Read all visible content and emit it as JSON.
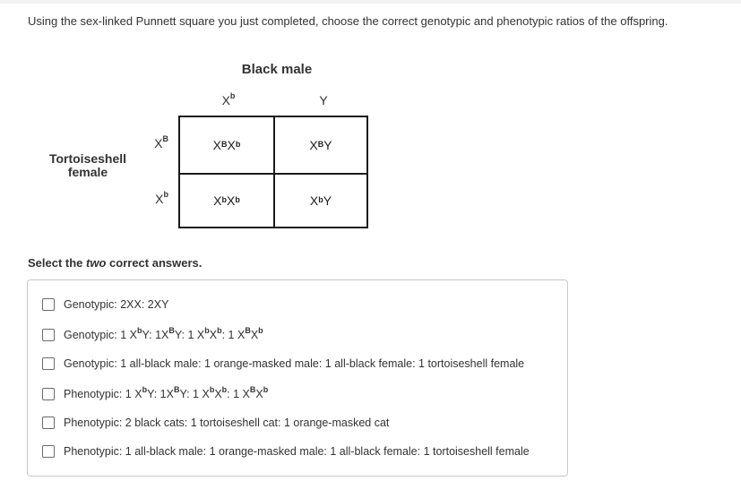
{
  "question": "Using the sex-linked Punnett square you just completed, choose the correct genotypic and phenotypic ratios of the offspring.",
  "punnett": {
    "top_title": "Black male",
    "side_title_line1": "Tortoiseshell",
    "side_title_line2": "female",
    "col_labels": [
      {
        "base": "X",
        "sup": "b"
      },
      {
        "base": "Y",
        "sup": ""
      }
    ],
    "row_labels": [
      {
        "base": "X",
        "sup": "B"
      },
      {
        "base": "X",
        "sup": "b"
      }
    ],
    "cells": [
      [
        {
          "a": "X",
          "a_sup": "B",
          "b": "X",
          "b_sup": "b"
        },
        {
          "a": "X",
          "a_sup": "B",
          "b": "Y",
          "b_sup": ""
        }
      ],
      [
        {
          "a": "X",
          "a_sup": "b",
          "b": "X",
          "b_sup": "b"
        },
        {
          "a": "X",
          "a_sup": "b",
          "b": "Y",
          "b_sup": ""
        }
      ]
    ]
  },
  "select": {
    "prefix": "Select the ",
    "emphasis": "two",
    "suffix": " correct answers."
  },
  "options": [
    {
      "segments": [
        [
          "Genotypic: 2XX: 2XY",
          ""
        ]
      ]
    },
    {
      "segments": [
        [
          "Genotypic: 1 X",
          ""
        ],
        [
          "b",
          "sup"
        ],
        [
          "Y: 1X",
          ""
        ],
        [
          "B",
          "sup"
        ],
        [
          "Y: 1 X",
          ""
        ],
        [
          "b",
          "sup"
        ],
        [
          "X",
          ""
        ],
        [
          "b",
          "sup"
        ],
        [
          ": 1 X",
          ""
        ],
        [
          "B",
          "sup"
        ],
        [
          "X",
          ""
        ],
        [
          "b",
          "sup"
        ]
      ]
    },
    {
      "segments": [
        [
          "Genotypic: 1 all-black male: 1 orange-masked male: 1 all-black female: 1 tortoiseshell female",
          ""
        ]
      ]
    },
    {
      "segments": [
        [
          "Phenotypic: 1 X",
          ""
        ],
        [
          "b",
          "sup"
        ],
        [
          "Y: 1X",
          ""
        ],
        [
          "B",
          "sup"
        ],
        [
          "Y: 1 X",
          ""
        ],
        [
          "b",
          "sup"
        ],
        [
          "X",
          ""
        ],
        [
          "b",
          "sup"
        ],
        [
          ": 1 X",
          ""
        ],
        [
          "B",
          "sup"
        ],
        [
          "X",
          ""
        ],
        [
          "b",
          "sup"
        ]
      ]
    },
    {
      "segments": [
        [
          "Phenotypic: 2 black cats: 1 tortoiseshell cat: 1 orange-masked cat",
          ""
        ]
      ]
    },
    {
      "segments": [
        [
          "Phenotypic: 1 all-black male: 1 orange-masked male: 1 all-black female: 1 tortoiseshell female",
          ""
        ]
      ]
    }
  ]
}
